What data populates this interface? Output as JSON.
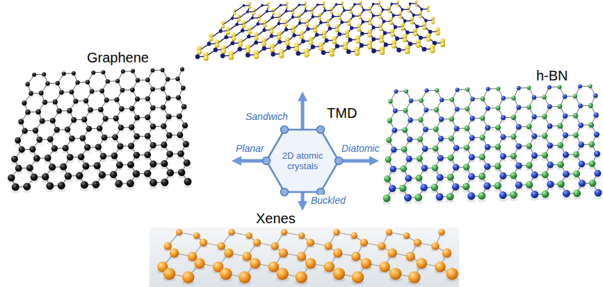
{
  "diagram": {
    "nodes": [
      {
        "text": [
          "TMD"
        ]
      },
      {
        "text": [
          "Graphene"
        ]
      },
      {
        "text": [
          "2D atomic crystals"
        ]
      },
      {
        "text": [
          "h-BN"
        ]
      },
      {
        "text": [
          "Xenes"
        ]
      }
    ],
    "edges": [
      {
        "from": 2,
        "to": 0,
        "arrow": "to",
        "label": "Sandwich"
      },
      {
        "from": 2,
        "to": 1,
        "arrow": "to",
        "label": "Planar"
      },
      {
        "from": 2,
        "to": 3,
        "arrow": "to",
        "label": "Diatomic"
      },
      {
        "from": 2,
        "to": 4,
        "arrow": "to",
        "label": "Buckled"
      }
    ]
  }
}
